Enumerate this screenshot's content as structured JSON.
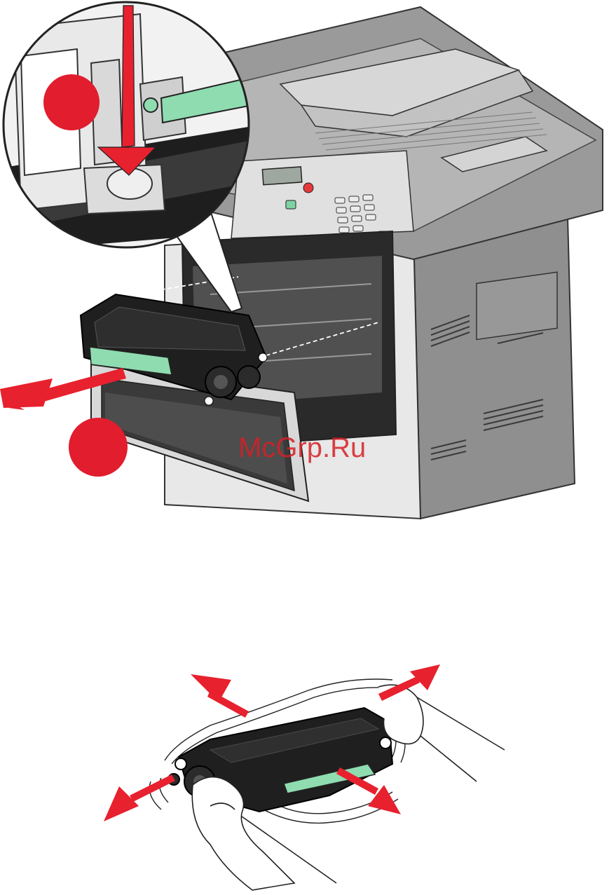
{
  "colors": {
    "callout_red": "#e11d2e",
    "arrow_red": "#e8212e",
    "handle_green": "#8fdcb0",
    "printer_gray": "#8c8c8c",
    "printer_dark": "#2a2a2a",
    "cartridge_black": "#1f1f1f",
    "watermark": "#d62026"
  },
  "figure_1": {
    "step_markers": [
      "",
      ""
    ],
    "watermark": "McGrp.Ru",
    "icons": [
      "magnifier-callout",
      "down-arrow-icon",
      "pull-out-arrow-icon",
      "print-cartridge",
      "printer"
    ]
  },
  "figure_2": {
    "icons": [
      "shake-arrow-icon",
      "shake-arrow-icon",
      "shake-arrow-icon",
      "shake-arrow-icon",
      "print-cartridge",
      "hands"
    ]
  }
}
